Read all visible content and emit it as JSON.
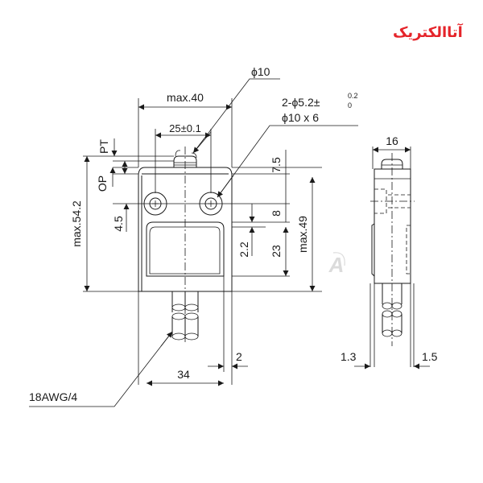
{
  "logo": {
    "text": "آتاالکتریک",
    "color": "#e5242a"
  },
  "watermark": {
    "letter": "A"
  },
  "front_view": {
    "labels": {
      "phi10": "ϕ10",
      "max40": "max.40",
      "hole_spec_line1": "2-ϕ5.2±",
      "hole_tol_upper": "0.2",
      "hole_tol_lower": "0",
      "hole_spec_line2": "ϕ10 x 6",
      "pitch": "25±0.1",
      "pt": "PT",
      "op": "OP",
      "dim_4_5": "4.5",
      "max54_2": "max.54.2",
      "dim_7_5": "7.5",
      "dim_8": "8",
      "dim_2_2": "2.2",
      "dim_23": "23",
      "max49": "max.49",
      "dim_34": "34",
      "dim_2": "2",
      "cable": "18AWG/4"
    }
  },
  "side_view": {
    "labels": {
      "dim_16": "16",
      "dim_1_3": "1.3",
      "dim_1_5": "1.5"
    }
  },
  "colors": {
    "line": "#1a1a1a",
    "background": "#ffffff",
    "brand": "#e5242a"
  }
}
